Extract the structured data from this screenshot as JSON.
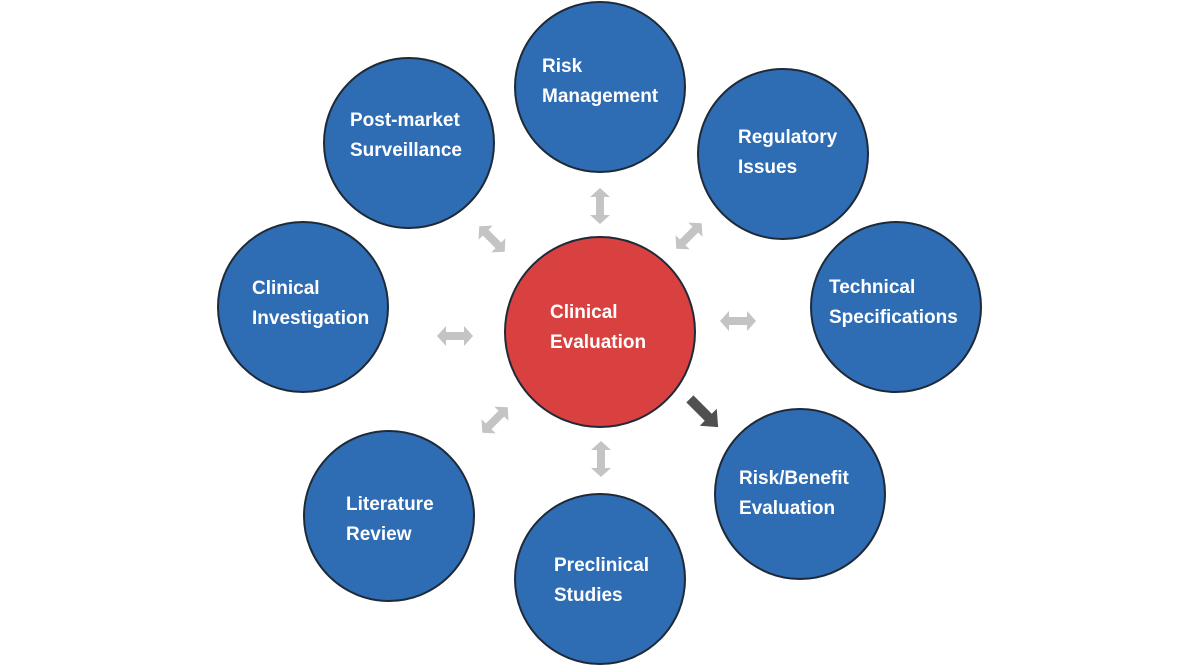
{
  "center": {
    "label_lines": [
      "Clinical",
      "Evaluation"
    ],
    "color": "#D94040"
  },
  "colors": {
    "node_fill": "#2E6DB4",
    "node_stroke": "#1F2A38",
    "arrow_light": "#C4C4C4",
    "arrow_dark": "#505050"
  },
  "nodes": [
    {
      "id": "risk-management",
      "label_lines": [
        "Risk",
        "Management"
      ]
    },
    {
      "id": "regulatory-issues",
      "label_lines": [
        "Regulatory",
        "Issues"
      ]
    },
    {
      "id": "technical-specifications",
      "label_lines": [
        "Technical",
        "Specifications"
      ]
    },
    {
      "id": "risk-benefit-evaluation",
      "label_lines": [
        "Risk/Benefit",
        "Evaluation"
      ]
    },
    {
      "id": "preclinical-studies",
      "label_lines": [
        "Preclinical",
        "Studies"
      ]
    },
    {
      "id": "literature-review",
      "label_lines": [
        "Literature",
        "Review"
      ]
    },
    {
      "id": "clinical-investigation",
      "label_lines": [
        "Clinical",
        "Investigation"
      ]
    },
    {
      "id": "post-market-surveillance",
      "label_lines": [
        "Post-market",
        "Surveillance"
      ]
    }
  ],
  "arrows": [
    {
      "to": "risk-management",
      "kind": "double",
      "style": "light"
    },
    {
      "to": "regulatory-issues",
      "kind": "double",
      "style": "light"
    },
    {
      "to": "technical-specifications",
      "kind": "double",
      "style": "light"
    },
    {
      "to": "risk-benefit-evaluation",
      "kind": "single",
      "style": "dark"
    },
    {
      "to": "preclinical-studies",
      "kind": "double",
      "style": "light"
    },
    {
      "to": "literature-review",
      "kind": "double",
      "style": "light"
    },
    {
      "to": "clinical-investigation",
      "kind": "double",
      "style": "light"
    },
    {
      "to": "post-market-surveillance",
      "kind": "double",
      "style": "light"
    }
  ]
}
